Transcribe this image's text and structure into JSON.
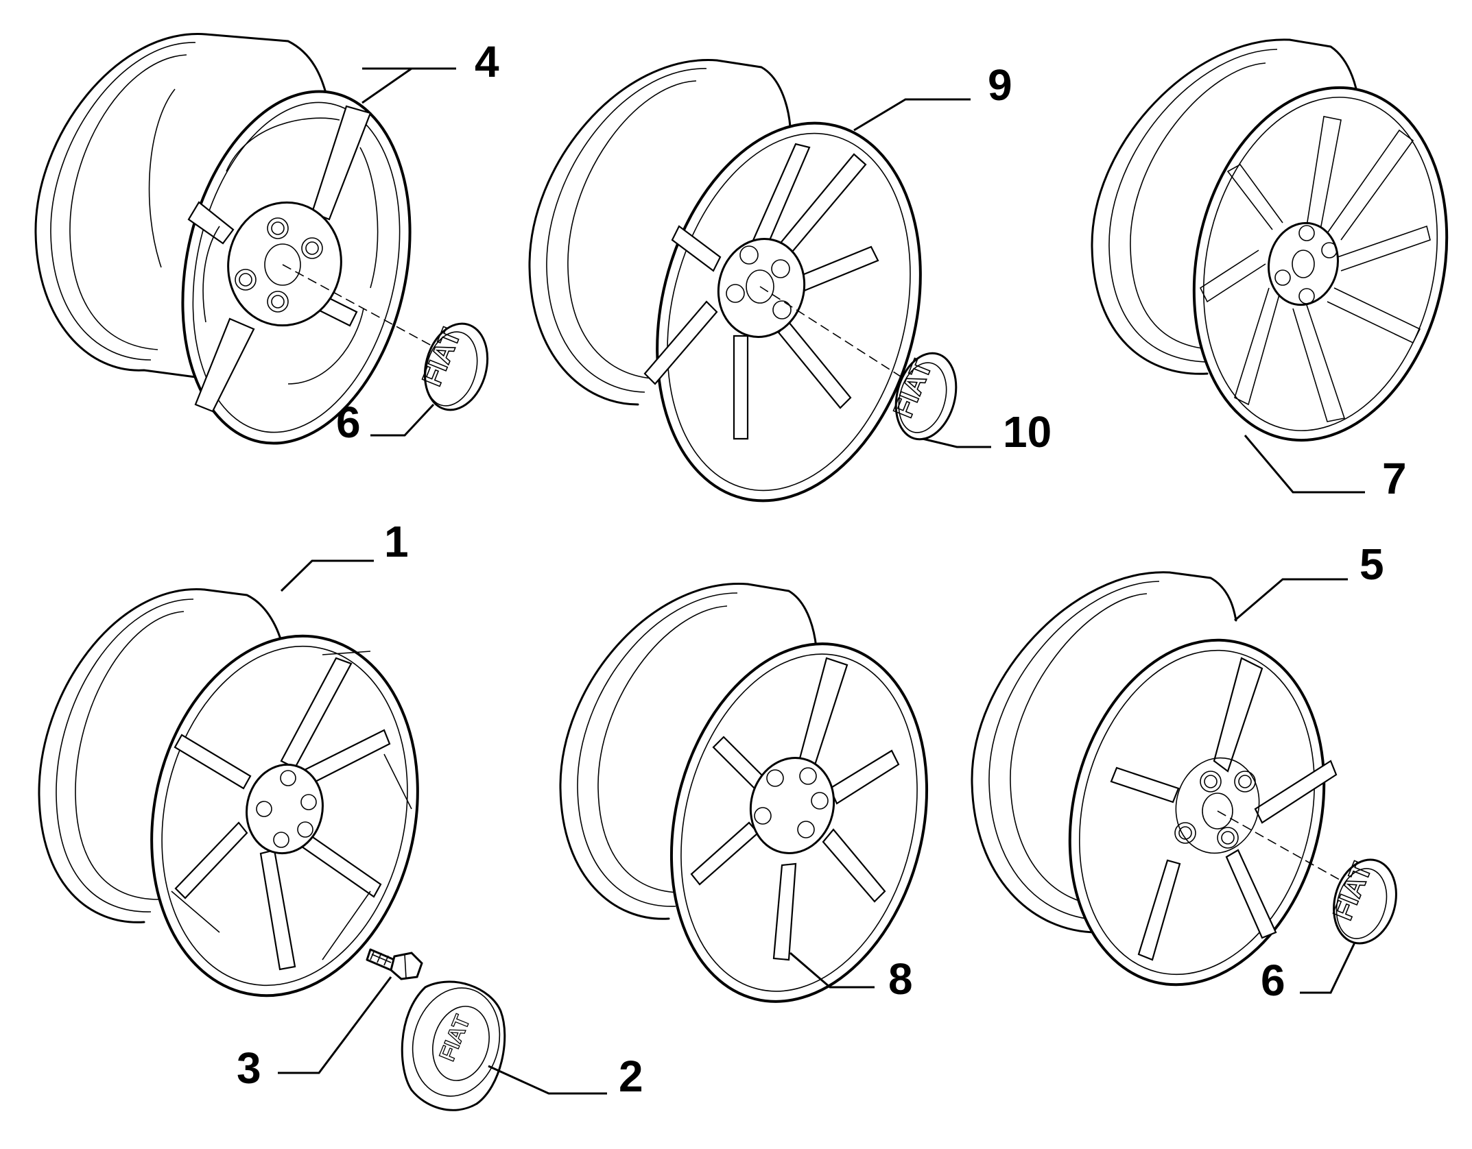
{
  "colors": {
    "line": "#000000",
    "background": "#ffffff"
  },
  "callouts": {
    "c1": "1",
    "c2": "2",
    "c3": "3",
    "c4": "4",
    "c5": "5",
    "c6a": "6",
    "c6b": "6",
    "c7": "7",
    "c8": "8",
    "c9": "9",
    "c10": "10"
  },
  "logos": {
    "hub_cap_a": "FIAT",
    "hub_cap_b": "FIAT",
    "hub_cap_c": "FIAT",
    "center_cap": "FIAT"
  }
}
